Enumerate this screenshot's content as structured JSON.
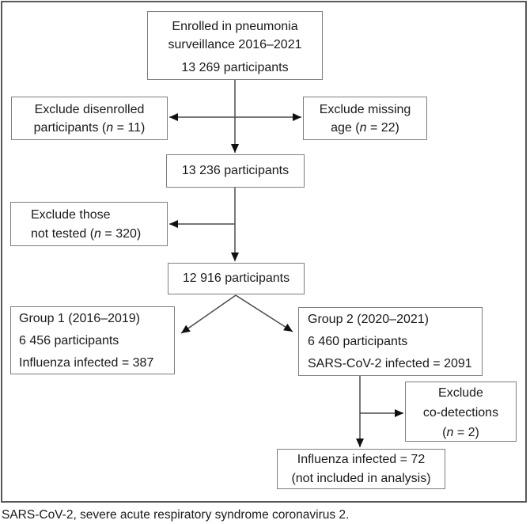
{
  "figure": {
    "boxes": {
      "enrolled": {
        "lines": [
          "Enrolled in pneumonia",
          "surveillance 2016–2021"
        ],
        "count": "13 269 participants"
      },
      "exclude_disenrolled": {
        "lines": [
          "Exclude disenrolled",
          "participants (n = 11)"
        ]
      },
      "exclude_missing_age": {
        "lines": [
          "Exclude missing",
          "age (n = 22)"
        ]
      },
      "participants_13236": {
        "lines": [
          "13 236 participants"
        ]
      },
      "exclude_not_tested": {
        "lines": [
          "Exclude those",
          "not tested (n = 320)"
        ]
      },
      "participants_12916": {
        "lines": [
          "12 916 participants"
        ]
      },
      "group1": {
        "lines": [
          "Group 1 (2016–2019)",
          "6 456 participants",
          "Influenza infected = 387"
        ]
      },
      "group2": {
        "lines": [
          "Group 2 (2020–2021)",
          "6 460 participants",
          "SARS-CoV-2 infected = 2091"
        ]
      },
      "exclude_codetections": {
        "lines": [
          "Exclude",
          "co-detections",
          "(n = 2)"
        ]
      },
      "influenza_72": {
        "lines": [
          "Influenza infected = 72",
          "(not included in analysis)"
        ]
      }
    },
    "footnote": "SARS-CoV-2, severe acute respiratory syndrome coronavirus 2.",
    "colors": {
      "background": "#ffffff",
      "frame_border": "#57585a",
      "box_border": "#7e7e7e",
      "connector_line": "#4a4a4a",
      "arrowhead": "#101010",
      "text": "#1a1a1a"
    }
  }
}
